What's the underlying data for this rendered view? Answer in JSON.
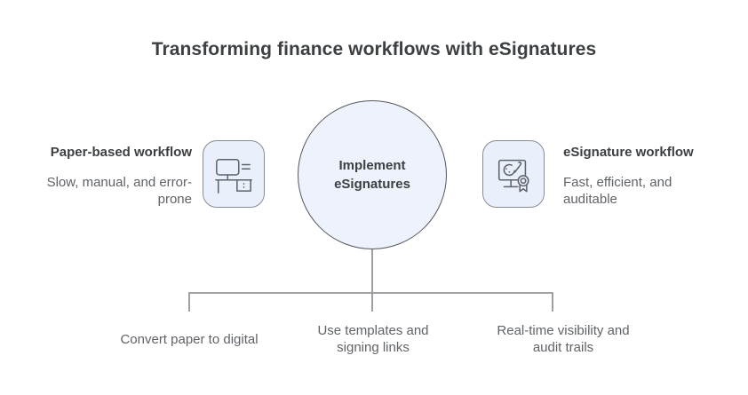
{
  "title": "Transforming finance workflows with eSignatures",
  "colors": {
    "heading_text": "#3c4043",
    "body_text": "#5f6368",
    "circle_fill": "#edf2fc",
    "circle_border": "#53575c",
    "icon_box_fill": "#eaf0fb",
    "icon_box_border": "#878c92",
    "icon_stroke": "#5f6368",
    "connector_line": "#949699"
  },
  "left_panel": {
    "heading": "Paper-based workflow",
    "description": "Slow, manual, and error-prone",
    "icon": "desk-workstation-icon"
  },
  "center_node": {
    "label": "Implement eSignatures"
  },
  "right_panel": {
    "heading": "eSignature workflow",
    "description": "Fast, efficient, and auditable",
    "icon": "certified-esignature-monitor-icon"
  },
  "branches": [
    {
      "label": "Convert paper to digital"
    },
    {
      "label": "Use templates and signing links"
    },
    {
      "label": "Real-time visibility and audit trails"
    }
  ]
}
